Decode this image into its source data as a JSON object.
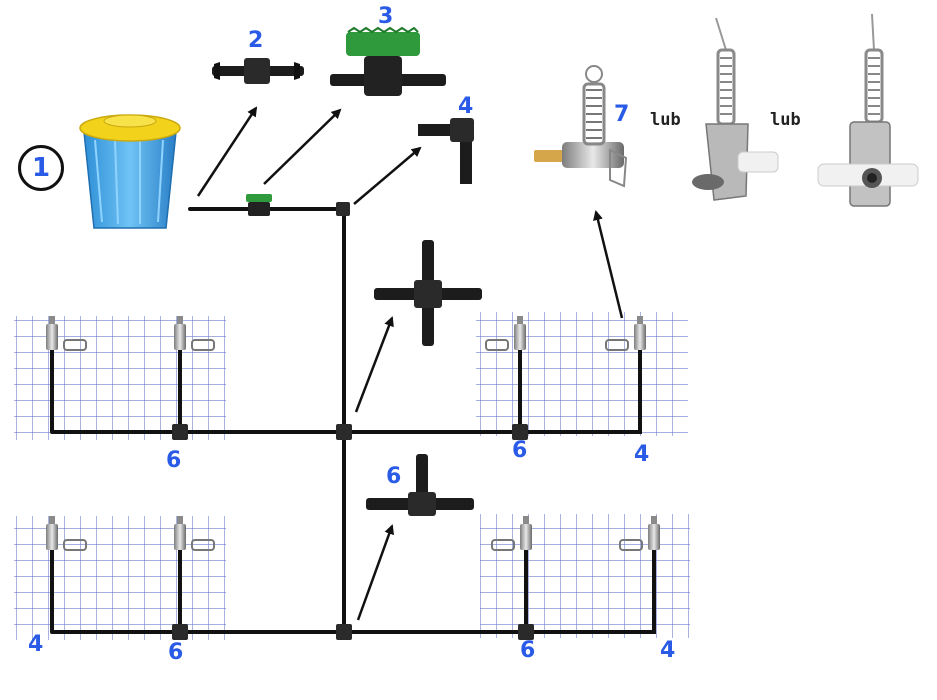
{
  "labels": {
    "bucket": "1",
    "connector": "2",
    "valve": "3",
    "elbow_top": "4",
    "drinker": "7",
    "tee_small": "6",
    "grid_tl_tee": "6",
    "grid_tr_tee": "6",
    "grid_tr_elbow": "4",
    "grid_bl_elbow": "4",
    "grid_bl_tee": "6",
    "grid_br_tee": "6",
    "grid_br_elbow": "4"
  },
  "or_text_1": "lub",
  "or_text_2": "lub",
  "colors": {
    "label_blue": "#2a5be6",
    "pipe": "#111111",
    "bucket_body": "#4aa8e8",
    "bucket_lid": "#f2d21a",
    "valve_green": "#2f9a3c",
    "grid_line": "#6f7fcf"
  }
}
